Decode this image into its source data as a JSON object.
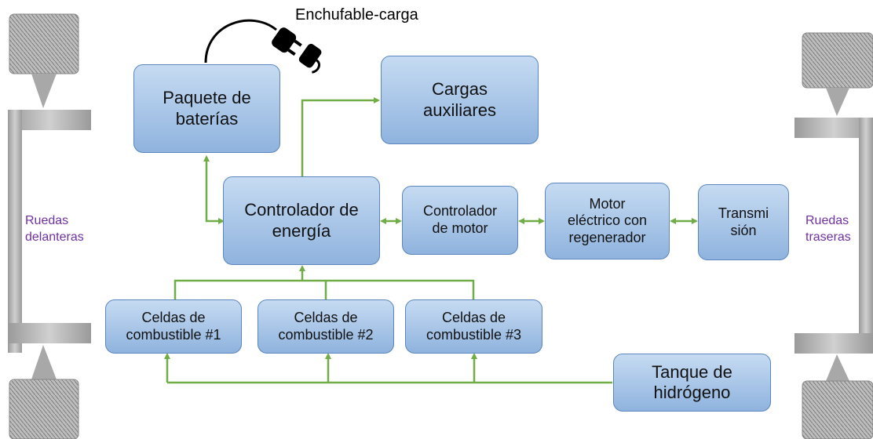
{
  "plug_label": "Enchufable-carga",
  "wheels": {
    "front": "Ruedas\ndelanteras",
    "rear": "Ruedas\ntraseras"
  },
  "boxes": {
    "battery": "Paquete de\nbaterías",
    "aux_loads": "Cargas\nauxiliares",
    "energy_controller": "Controlador de\nenergía",
    "motor_controller": "Controlador\nde motor",
    "electric_motor": "Motor\neléctrico con\nregenerador",
    "transmission": "Transmi\nsión",
    "fuel_cell_1": "Celdas de\ncombustible #1",
    "fuel_cell_2": "Celdas de\ncombustible #2",
    "fuel_cell_3": "Celdas de\ncombustible #3",
    "hydrogen_tank": "Tanque de\nhidrógeno"
  },
  "colors": {
    "connector": "#70ad47",
    "wheel_label": "#7030a0",
    "box_border": "#5b86bd"
  }
}
